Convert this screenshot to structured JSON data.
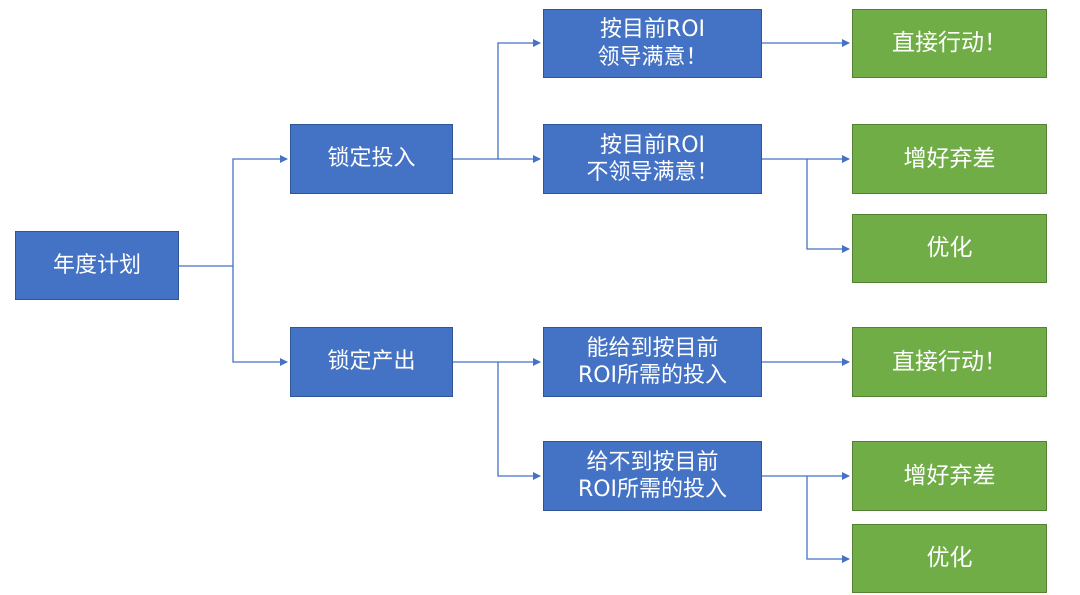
{
  "root": {
    "label": "年度计划"
  },
  "branches": [
    {
      "label": "锁定投入",
      "children": [
        {
          "lines": [
            "按目前ROI",
            "领导满意！"
          ],
          "outcomes": [
            "直接行动！"
          ]
        },
        {
          "lines": [
            "按目前ROI",
            "不领导满意！"
          ],
          "outcomes": [
            "增好弃差",
            "优化"
          ]
        }
      ]
    },
    {
      "label": "锁定产出",
      "children": [
        {
          "lines": [
            "能给到按目前",
            "ROI所需的投入"
          ],
          "outcomes": [
            "直接行动！"
          ]
        },
        {
          "lines": [
            "给不到按目前",
            "ROI所需的投入"
          ],
          "outcomes": [
            "增好弃差",
            "优化"
          ]
        }
      ]
    }
  ],
  "colors": {
    "node_fill": "#4472C4",
    "node_border": "#2F5597",
    "outcome_fill": "#70AD47",
    "outcome_border": "#548235",
    "connector": "#4472C4",
    "text": "#ffffff"
  }
}
